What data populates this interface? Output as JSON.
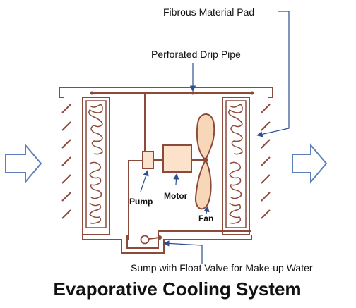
{
  "title": "Evaporative Cooling System",
  "labels": {
    "pad": "Fibrous Material Pad",
    "drip_pipe": "Perforated Drip Pipe",
    "pump": "Pump",
    "motor": "Motor",
    "fan": "Fan",
    "sump": "Sump with Float Valve for Make-up Water"
  },
  "colors": {
    "structure": "#8B4A3A",
    "fan_fill": "#F7D7B8",
    "motor_fill": "#FCE2CB",
    "arrow": "#5B7FB8",
    "leader": "#2E4F8F",
    "text": "#111111"
  }
}
